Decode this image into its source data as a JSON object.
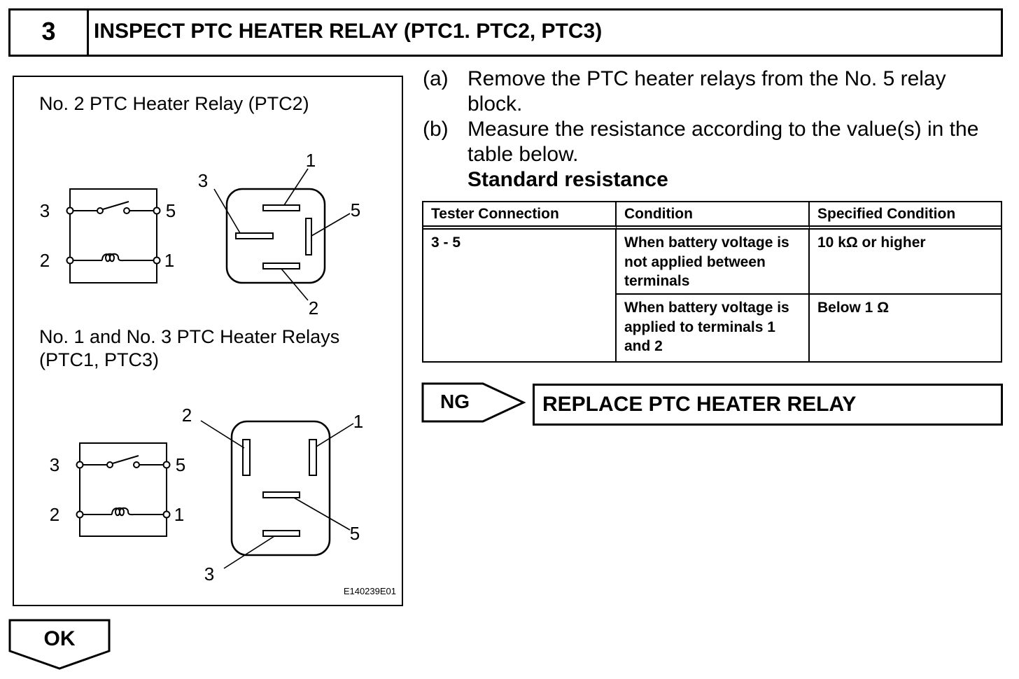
{
  "step": {
    "number": "3",
    "title": "INSPECT PTC HEATER RELAY (PTC1. PTC2, PTC3)"
  },
  "figure": {
    "ptc2": {
      "caption": "No. 2 PTC Heater Relay (PTC2)",
      "schematic_terminals": {
        "switch_left": "3",
        "switch_right": "5",
        "coil_left": "2",
        "coil_right": "1"
      },
      "connector_pins": {
        "top": "1",
        "left": "3",
        "right": "5",
        "bottom": "2"
      }
    },
    "ptc1_ptc3": {
      "caption": "No. 1 and No. 3 PTC Heater Relays\n(PTC1, PTC3)",
      "schematic_terminals": {
        "switch_left": "3",
        "switch_right": "5",
        "coil_left": "2",
        "coil_right": "1"
      },
      "connector_pins": {
        "upper_left": "2",
        "upper_right": "1",
        "middle": "5",
        "bottom": "3"
      }
    },
    "figure_id": "E140239E01"
  },
  "instructions": [
    {
      "marker": "(a)",
      "text": "Remove the PTC heater relays from the No. 5 relay\nblock."
    },
    {
      "marker": "(b)",
      "text": "Measure the resistance according to the value(s) in the\ntable below."
    }
  ],
  "spec_heading": "Standard resistance",
  "table": {
    "headers": [
      "Tester Connection",
      "Condition",
      "Specified Condition"
    ],
    "rows": [
      {
        "tester_connection": "3 - 5",
        "condition": "When battery voltage is\nnot applied between\nterminals",
        "specified": "10 kΩ or higher"
      },
      {
        "condition": "When battery voltage is\napplied to terminals 1\nand 2",
        "specified": "Below 1 Ω"
      }
    ]
  },
  "results": {
    "ng": {
      "label": "NG",
      "action": "REPLACE PTC HEATER RELAY"
    },
    "ok": {
      "label": "OK"
    }
  }
}
